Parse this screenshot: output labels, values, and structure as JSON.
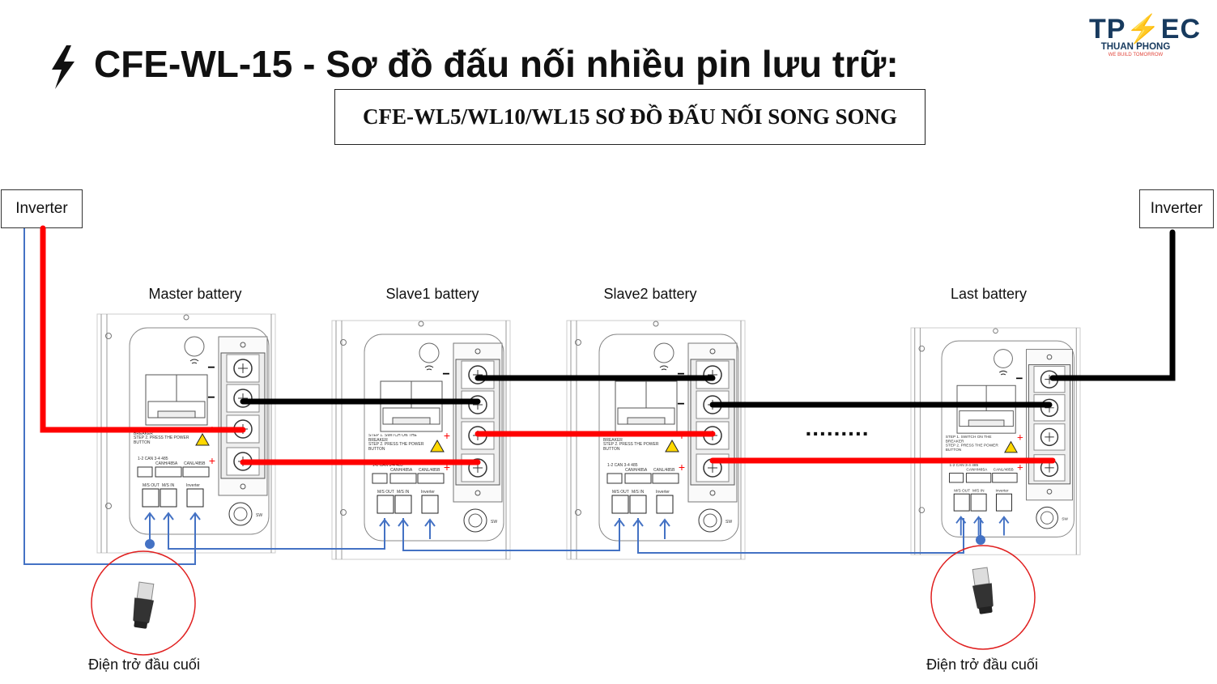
{
  "header": {
    "title": "CFE-WL-15 - Sơ đồ đấu nối nhiều pin lưu trữ:",
    "subtitle": "CFE-WL5/WL10/WL15 SƠ ĐỒ ĐẤU NỐI SONG SONG"
  },
  "logo": {
    "brand": "TPEC",
    "name": "THUAN PHONG",
    "tagline": "WE BUILD TOMORROW"
  },
  "inverters": {
    "left": "Inverter",
    "right": "Inverter"
  },
  "batteries": [
    {
      "label": "Master battery"
    },
    {
      "label": "Slave1 battery"
    },
    {
      "label": "Slave2 battery"
    },
    {
      "label": "Last battery"
    }
  ],
  "panel_labels": {
    "step1": "STEP 1. SWITCH ON THE BREAKER",
    "step2": "STEP 2. PRESS THE POWER BUTTON",
    "dip": "1-2 CAN 3-4 485",
    "canh": "CANH/485A",
    "canl": "CANL/485B",
    "ms_out": "M/S OUT",
    "ms_in": "M/S IN",
    "inverter": "Inverter",
    "sw": "SW",
    "minus": "−",
    "plus": "+"
  },
  "ellipsis": ".........",
  "terminators": {
    "left": "Điện trở đầu cuối",
    "right": "Điện trở đầu cuối"
  },
  "colors": {
    "positive": "#ff0000",
    "negative": "#000000",
    "comm": "#4472c4",
    "circle": "#e02020"
  }
}
